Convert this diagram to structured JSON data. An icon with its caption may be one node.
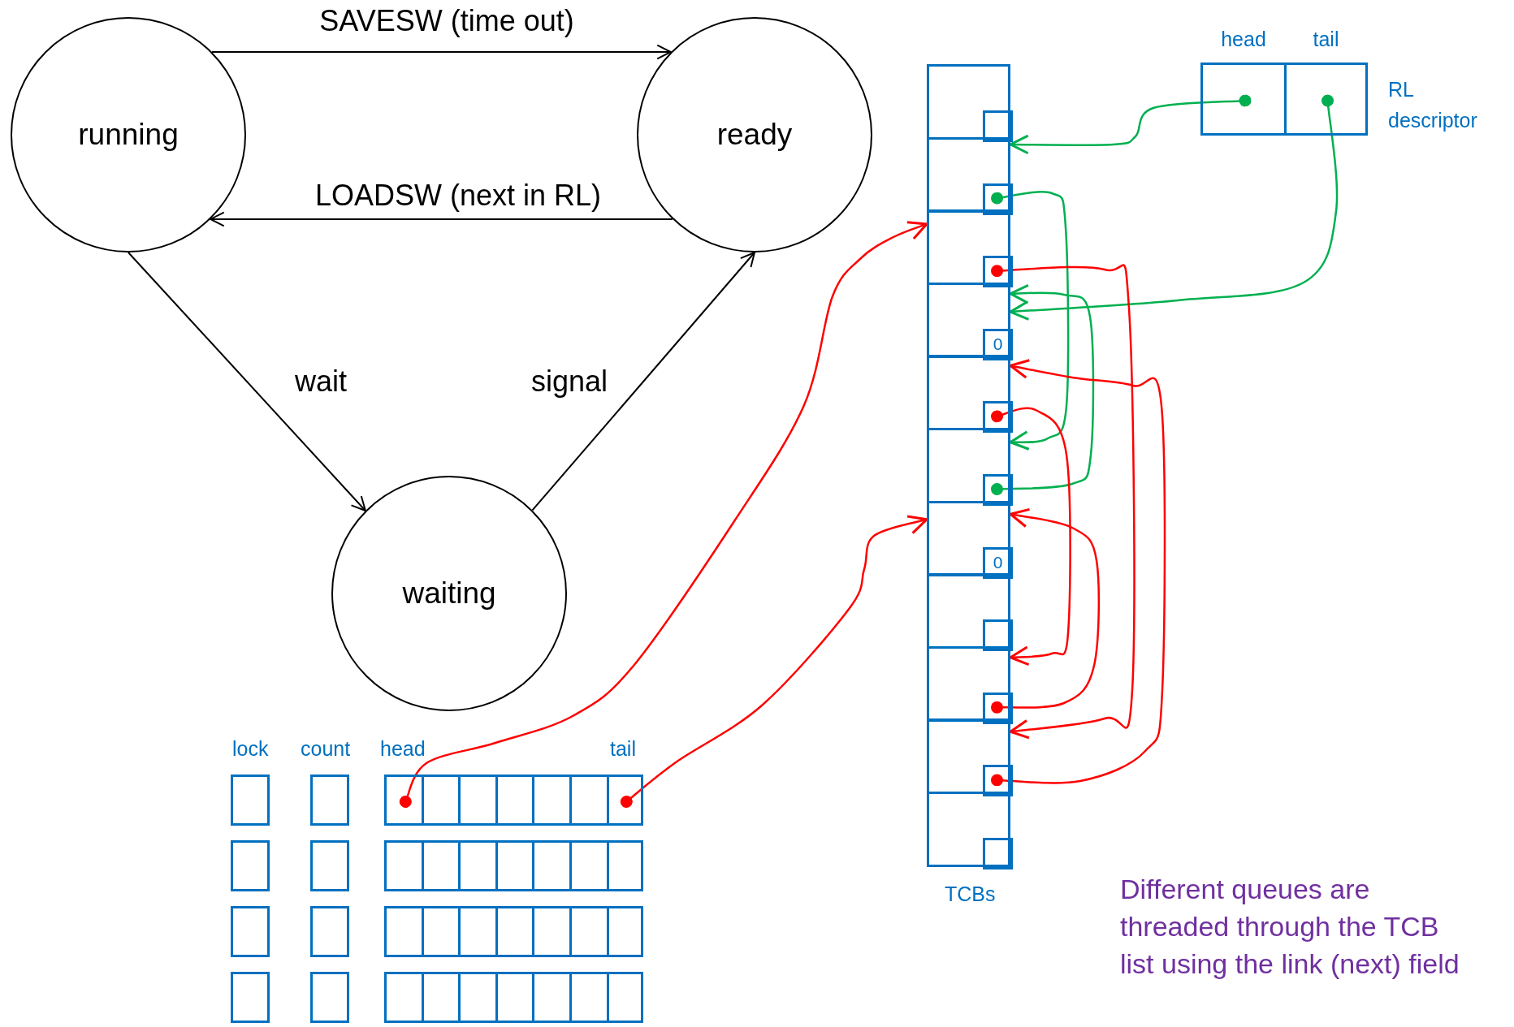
{
  "diagram": {
    "nodes": [
      {
        "text": [
          "running"
        ]
      },
      {
        "text": [
          "ready"
        ]
      },
      {
        "text": [
          "waiting"
        ]
      },
      {
        "text": [],
        "shape": "box"
      },
      {
        "text": [],
        "shape": "box",
        "in": 3
      },
      {
        "text": [],
        "shape": "box"
      },
      {
        "text": [],
        "shape": "box",
        "in": 5
      },
      {
        "text": [],
        "shape": "box"
      },
      {
        "text": [],
        "shape": "box",
        "in": 7
      },
      {
        "text": [],
        "shape": "box"
      },
      {
        "text": [
          "0"
        ],
        "in": 9
      },
      {
        "text": [],
        "shape": "box"
      },
      {
        "text": [],
        "shape": "box",
        "in": 11
      },
      {
        "text": [],
        "shape": "box"
      },
      {
        "text": [],
        "shape": "box",
        "in": 13
      },
      {
        "text": [],
        "shape": "box"
      },
      {
        "text": [
          "0"
        ],
        "in": 15
      },
      {
        "text": [],
        "shape": "box"
      },
      {
        "text": [],
        "shape": "box",
        "in": 17
      },
      {
        "text": [],
        "shape": "box"
      },
      {
        "text": [],
        "shape": "box",
        "in": 19
      },
      {
        "text": [],
        "shape": "box"
      },
      {
        "text": [],
        "shape": "box",
        "in": 21
      },
      {
        "text": [],
        "shape": "box"
      },
      {
        "text": [],
        "shape": "box",
        "in": 23
      },
      {
        "text": [
          "head"
        ]
      },
      {
        "text": [
          "tail"
        ]
      },
      {
        "text": [],
        "shape": "box"
      },
      {
        "text": [],
        "shape": "box"
      },
      {
        "text": [],
        "shape": "box"
      },
      {
        "text": [],
        "shape": "box"
      },
      {
        "text": [],
        "shape": "box"
      },
      {
        "text": [],
        "shape": "box"
      },
      {
        "text": [],
        "shape": "box"
      },
      {
        "text": [],
        "shape": "box"
      },
      {
        "text": [],
        "shape": "box"
      },
      {
        "text": [],
        "shape": "box"
      },
      {
        "text": [],
        "shape": "box"
      },
      {
        "text": [],
        "shape": "box"
      },
      {
        "text": [],
        "shape": "box"
      },
      {
        "text": [],
        "shape": "box"
      },
      {
        "text": [],
        "shape": "box"
      },
      {
        "text": [],
        "shape": "box"
      },
      {
        "text": [],
        "shape": "box"
      },
      {
        "text": [],
        "shape": "box"
      },
      {
        "text": [],
        "shape": "box"
      },
      {
        "text": [],
        "shape": "box"
      },
      {
        "text": [],
        "shape": "box"
      },
      {
        "text": [],
        "shape": "box"
      },
      {
        "text": [],
        "shape": "box"
      },
      {
        "text": [],
        "shape": "box"
      },
      {
        "text": [],
        "shape": "box"
      },
      {
        "text": [],
        "shape": "box"
      },
      {
        "text": [],
        "shape": "box"
      },
      {
        "text": [],
        "shape": "box"
      },
      {
        "text": [],
        "shape": "box"
      },
      {
        "text": [],
        "shape": "box"
      },
      {
        "text": [],
        "shape": "box"
      },
      {
        "text": [],
        "shape": "box"
      },
      {
        "text": [],
        "shape": "box"
      },
      {
        "text": [],
        "shape": "box"
      },
      {
        "text": [],
        "shape": "box"
      },
      {
        "text": [],
        "shape": "box"
      }
    ],
    "edges": [
      {
        "from": 0,
        "to": 1,
        "arrow": "to",
        "label": "SAVESW (time out)",
        "color": "#000000"
      },
      {
        "from": 1,
        "to": 0,
        "arrow": "to",
        "label": "LOADSW (next in RL)",
        "color": "#000000"
      },
      {
        "from": 0,
        "to": 2,
        "arrow": "to",
        "label": "wait",
        "color": "#000000"
      },
      {
        "from": 2,
        "to": 1,
        "arrow": "to",
        "label": "signal",
        "color": "#000000"
      },
      {
        "from": 25,
        "to": 5,
        "arrow": "to",
        "color": "#00b050"
      },
      {
        "from": 26,
        "to": 9,
        "arrow": "to",
        "color": "#00b050"
      },
      {
        "from": 6,
        "to": 13,
        "arrow": "to",
        "color": "#00b050"
      },
      {
        "from": 14,
        "to": 9,
        "arrow": "to",
        "color": "#00b050"
      },
      {
        "from": 29,
        "to": 7,
        "arrow": "to",
        "color": "#ff0000"
      },
      {
        "from": 35,
        "to": 15,
        "arrow": "to",
        "color": "#ff0000"
      },
      {
        "from": 8,
        "to": 21,
        "arrow": "to",
        "color": "#ff0000"
      },
      {
        "from": 22,
        "to": 11,
        "arrow": "to",
        "color": "#ff0000"
      },
      {
        "from": 12,
        "to": 19,
        "arrow": "to",
        "color": "#ff0000"
      },
      {
        "from": 20,
        "to": 15,
        "arrow": "to",
        "color": "#ff0000"
      }
    ],
    "labels": [
      "RL descriptor",
      "lock",
      "count",
      "head",
      "tail",
      "TCBs",
      "Different queues are threaded through the TCB list using the link (next) field"
    ]
  }
}
